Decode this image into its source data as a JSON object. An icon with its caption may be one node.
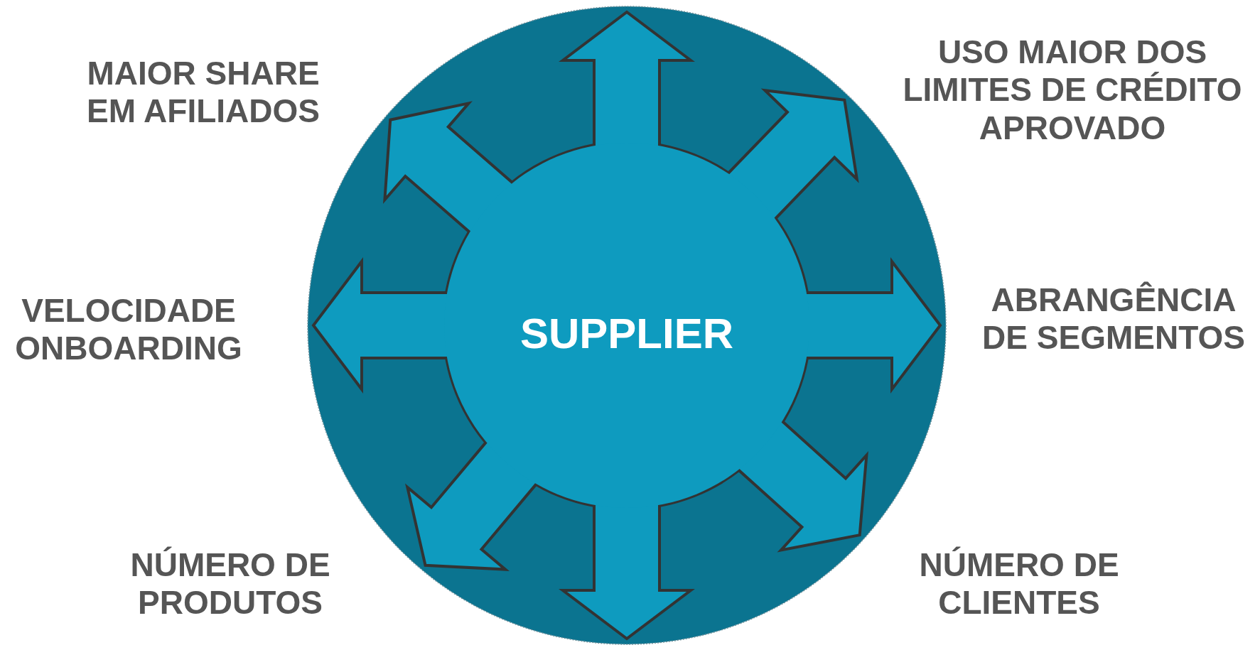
{
  "diagram": {
    "nodes": [
      {
        "text": [
          "SUPPLIER"
        ]
      },
      {
        "text": [
          "MAIOR SHARE EM AFILIADOS"
        ]
      },
      {
        "text": [
          "USO MAIOR DOS LIMITES DE CRÉDITO APROVADO"
        ]
      },
      {
        "text": [
          "VELOCIDADE ONBOARDING"
        ]
      },
      {
        "text": [
          "ABRANGÊNCIA DE SEGMENTOS"
        ]
      },
      {
        "text": [
          "NÚMERO DE PRODUTOS"
        ]
      },
      {
        "text": [
          "NÚMERO DE CLIENTES"
        ]
      }
    ],
    "edges": [
      {
        "from": 0,
        "to": 1,
        "arrow": "to"
      },
      {
        "from": 0,
        "to": 2,
        "arrow": "to"
      },
      {
        "from": 0,
        "to": 3,
        "arrow": "to"
      },
      {
        "from": 0,
        "to": 4,
        "arrow": "to"
      },
      {
        "from": 0,
        "to": 5,
        "arrow": "to"
      },
      {
        "from": 0,
        "to": 6,
        "arrow": "to"
      },
      {
        "from": 0,
        "to": null,
        "arrow": "to"
      },
      {
        "from": 0,
        "to": null,
        "arrow": "to"
      }
    ]
  }
}
